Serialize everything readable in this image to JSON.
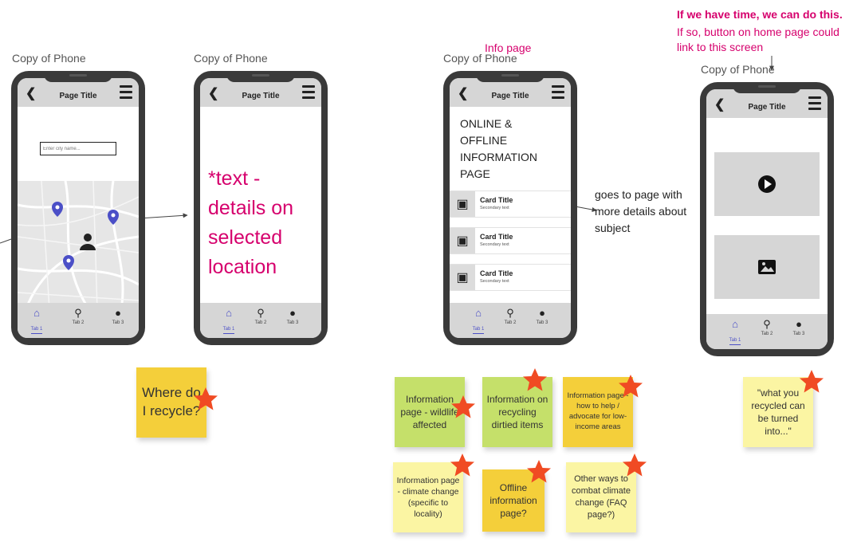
{
  "labels": {
    "copy_of_phone": "Copy of Phone",
    "info_page": "Info page",
    "note_bold": "If we have time, we can do this.",
    "note_line": "If so, button on home page could link to this screen",
    "goes_to_page": "goes to page with more details about subject"
  },
  "phone": {
    "page_title": "Page Title",
    "tabs": [
      "Tab 1",
      "Tab 2",
      "Tab 3"
    ]
  },
  "phone1": {
    "search_placeholder": "Enter city name..."
  },
  "phone2": {
    "text": "*text - details on selected location"
  },
  "phone3": {
    "header": "ONLINE & OFFLINE INFORMATION PAGE",
    "cards": [
      {
        "title": "Card Title",
        "subtitle": "Secondary text"
      },
      {
        "title": "Card Title",
        "subtitle": "Secondary text"
      },
      {
        "title": "Card Title",
        "subtitle": "Secondary text"
      }
    ]
  },
  "stickies": {
    "where": "Where do I recycle?",
    "wildlife": "Information page - wildlife affected",
    "dirtied": "Information on recycling dirtied items",
    "lowincome": "Information page - how to help / advocate for low-income areas",
    "climate": "Information page - climate change (specific to locality)",
    "offline": "Offline information page?",
    "otherways": "Other ways to combat climate change (FAQ page?)",
    "recycled": "\"what you recycled can be turned into...\""
  },
  "colors": {
    "pink": "#d6006d",
    "phone_frame": "#3a3a3a",
    "bar_gray": "#d6d6d6",
    "accent_blue": "#4b4fc7",
    "sticky_yellow": "#f4cf3a",
    "sticky_green": "#c5e06a",
    "sticky_light": "#fbf5a3",
    "star_red": "#f04b23"
  }
}
